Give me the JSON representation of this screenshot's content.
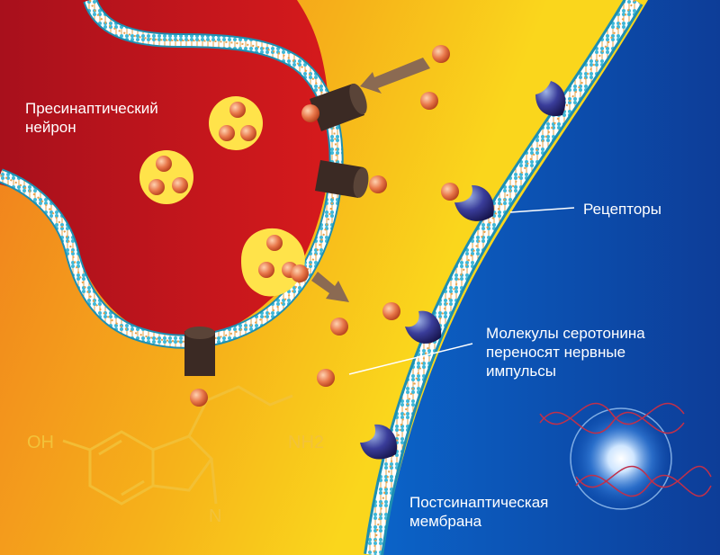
{
  "labels": {
    "presynaptic": "Пресинаптический\nнейрон",
    "receptors": "Рецепторы",
    "serotonin": "Молекулы серотонина\nпереносят нервные\nимпульсы",
    "postsynaptic": "Постсинаптическая\nмембрана"
  },
  "formula": {
    "oh": "OH",
    "nh2": "NH2",
    "nh": "N\nH"
  },
  "colors": {
    "presynaptic_fill": "#c8161d",
    "synaptic_gap": "#f6b81a",
    "postsynaptic_fill": "#0a4fb0",
    "membrane": "#6fc3d6",
    "molecule": "#e8774a",
    "vesicle": "#ffe34a",
    "channel": "#3b2a24",
    "receptor": "#27236e"
  },
  "icons": [
    "serotonin-molecule-icon",
    "vesicle-icon",
    "ion-channel-icon",
    "receptor-icon",
    "dna-helix-icon",
    "arrow-icon"
  ]
}
